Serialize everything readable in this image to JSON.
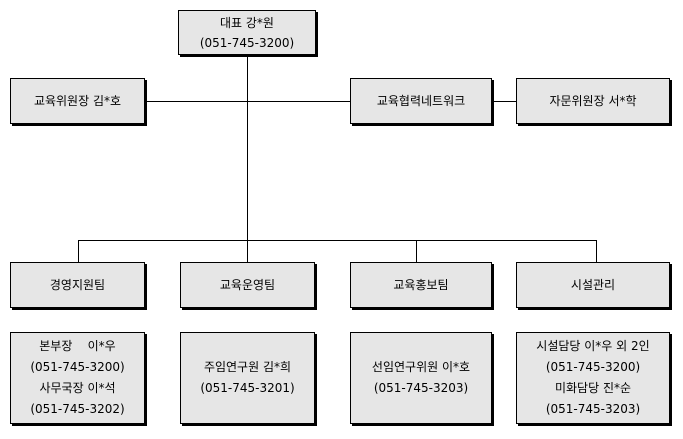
{
  "ceo": {
    "line1": "대표 강*원",
    "line2": "(051-745-3200)"
  },
  "committee_chair": "교육위원장 김*호",
  "network": "교육협력네트워크",
  "advisory_chair": "자문위원장 서*학",
  "teams": [
    {
      "name": "경영지원팀",
      "members": [
        "본부장    이*우",
        "(051-745-3200)",
        "사무국장 이*석",
        "(051-745-3202)"
      ]
    },
    {
      "name": "교육운영팀",
      "members": [
        "주임연구원 김*희",
        "(051-745-3201)"
      ]
    },
    {
      "name": "교육홍보팀",
      "members": [
        "선임연구위원 이*호",
        "(051-745-3203)"
      ]
    },
    {
      "name": "시설관리",
      "members": [
        "시설담당 이*우 외 2인",
        "(051-745-3200)",
        "미화담당 진*순",
        "(051-745-3203)"
      ]
    }
  ]
}
